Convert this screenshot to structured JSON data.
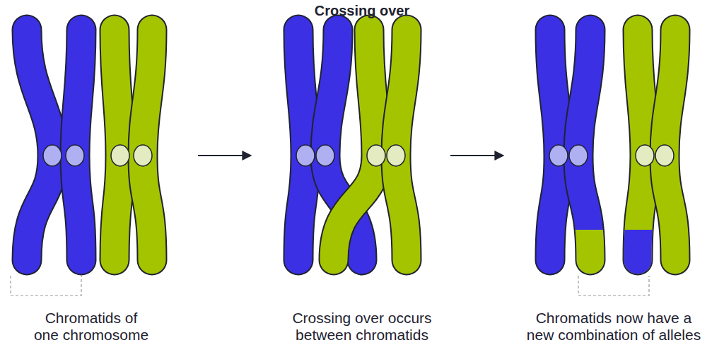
{
  "diagram": {
    "title": "Crossing over",
    "labels": [
      "Chromatids of one chromosome",
      "Crossing over occurs between chromatids",
      "Chromatids now have a new combination of alleles"
    ]
  }
}
